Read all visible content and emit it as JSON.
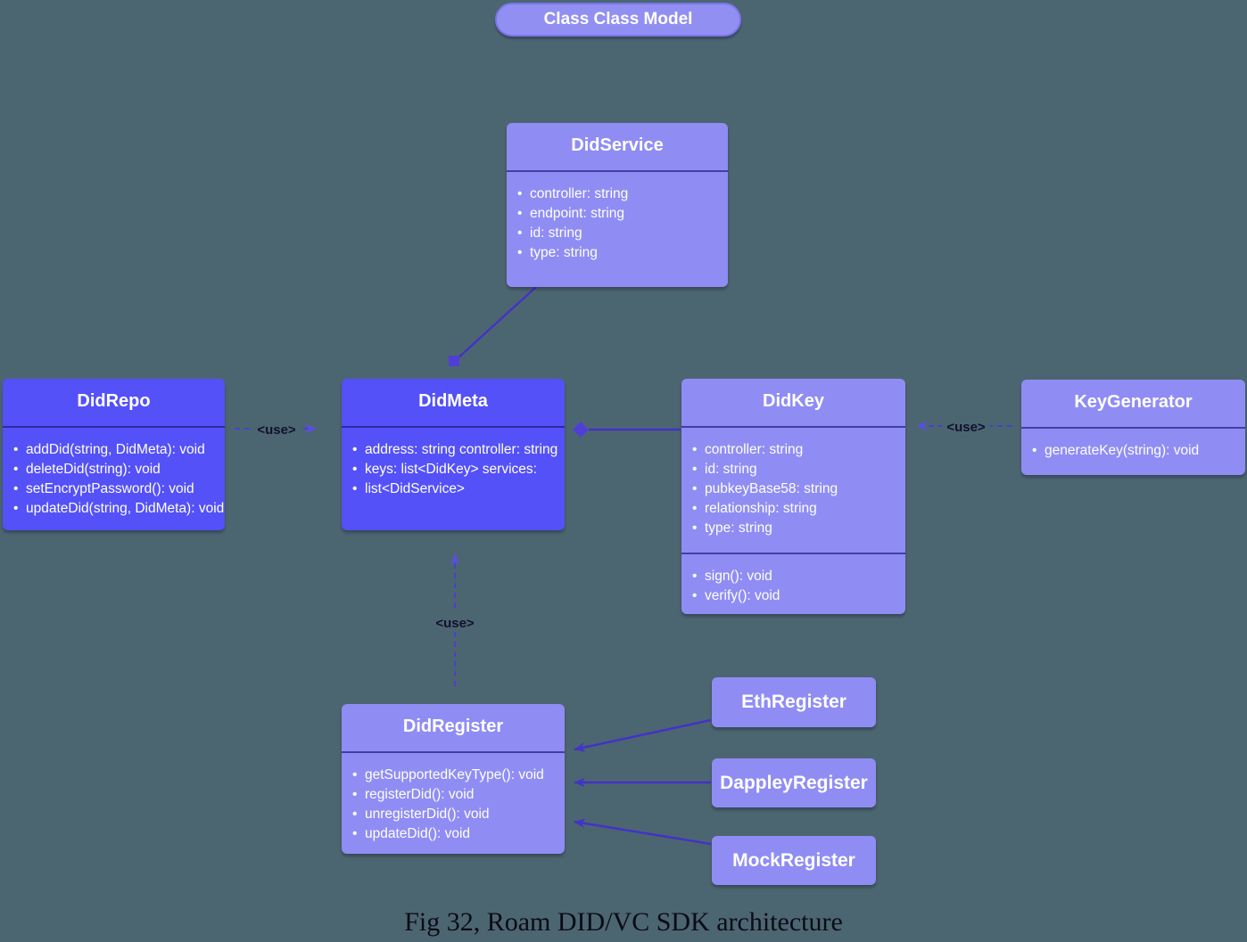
{
  "title_badge": {
    "label": "Class Class Model"
  },
  "caption": "Fig 32, Roam DID/VC SDK architecture",
  "colors": {
    "background": "#4c6671",
    "node_light": "#8f8df4",
    "node_dark": "#5451f8",
    "edge_solid": "#4333c6",
    "edge_dashed": "#5b4fe0",
    "title_pill_bg": "#918ff2",
    "title_pill_border": "#7a76e9",
    "text": "#ffffff",
    "caption_text": "#0b0b16"
  },
  "classes": {
    "did_service": {
      "title": "DidService",
      "attributes": [
        "controller: string",
        "endpoint: string",
        "id: string",
        "type: string"
      ]
    },
    "did_repo": {
      "title": "DidRepo",
      "methods": [
        "addDid(string, DidMeta): void",
        "deleteDid(string): void",
        "setEncryptPassword(): void",
        "updateDid(string, DidMeta): void"
      ]
    },
    "did_meta": {
      "title": "DidMeta",
      "attributes": [
        "address: string controller: string",
        "keys: list<DidKey> services:",
        "list<DidService>"
      ]
    },
    "did_key": {
      "title": "DidKey",
      "attributes": [
        "controller: string",
        "id: string",
        "pubkeyBase58: string",
        "relationship: string",
        "type: string"
      ],
      "methods": [
        "sign(): void",
        "verify(): void"
      ]
    },
    "key_generator": {
      "title": "KeyGenerator",
      "methods": [
        "generateKey(string): void"
      ]
    },
    "did_register": {
      "title": "DidRegister",
      "methods": [
        "getSupportedKeyType(): void",
        "registerDid(): void",
        "unregisterDid(): void",
        "updateDid(): void"
      ]
    },
    "eth_register": {
      "title": "EthRegister"
    },
    "dappley_register": {
      "title": "DappleyRegister"
    },
    "mock_register": {
      "title": "MockRegister"
    }
  },
  "relationships": [
    {
      "from": "DidService",
      "to": "DidMeta",
      "type": "association-square"
    },
    {
      "from": "DidRepo",
      "to": "DidMeta",
      "type": "dependency",
      "label": "<use>"
    },
    {
      "from": "DidKey",
      "to": "DidMeta",
      "type": "association-diamond"
    },
    {
      "from": "KeyGenerator",
      "to": "DidKey",
      "type": "dependency",
      "label": "<use>"
    },
    {
      "from": "DidRegister",
      "to": "DidMeta",
      "type": "dependency",
      "label": "<use>"
    },
    {
      "from": "EthRegister",
      "to": "DidRegister",
      "type": "arrow"
    },
    {
      "from": "DappleyRegister",
      "to": "DidRegister",
      "type": "arrow"
    },
    {
      "from": "MockRegister",
      "to": "DidRegister",
      "type": "arrow"
    }
  ]
}
